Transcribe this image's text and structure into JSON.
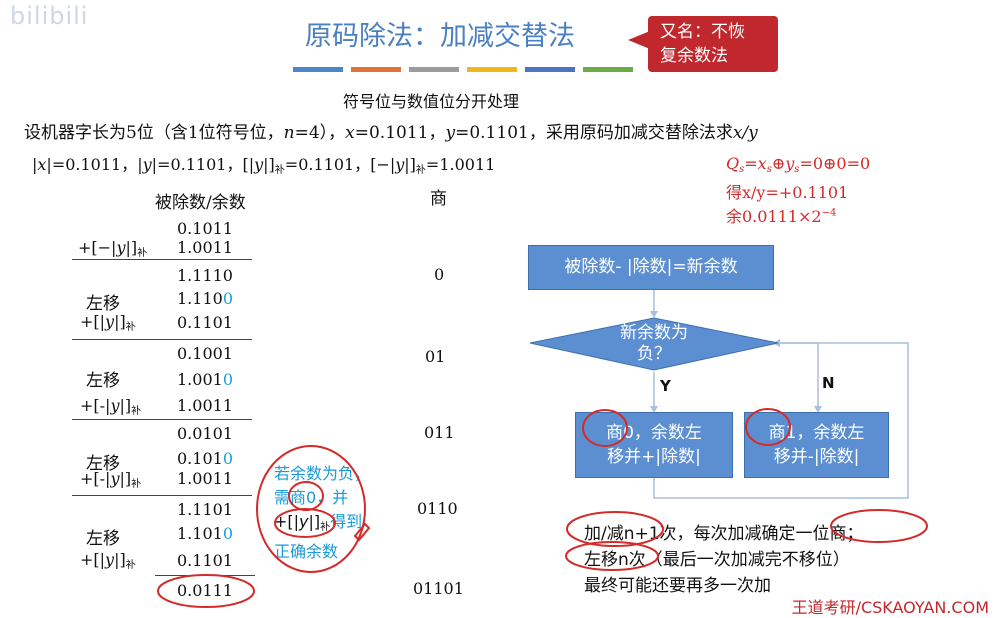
{
  "watermark": "bilibili",
  "title": "原码除法：加减交替法",
  "callout": {
    "line1": "又名：不恢",
    "line2": "复余数法"
  },
  "accent_colors": [
    "#4a86c8",
    "#e2713a",
    "#9c9c9c",
    "#f2b51c",
    "#4d74c0",
    "#6aad45"
  ],
  "subtitle": "符号位与数值位分开处理",
  "problem": {
    "intro": "设机器字长为5位（含1位符号位，",
    "n_var": "n",
    "n_val": "=4），",
    "x_var": "x",
    "x_val": "=0.1011，",
    "y_var": "y",
    "y_val": "=0.1101，采用原码加减交替除法求",
    "target": "x/y"
  },
  "abs_values": {
    "ax_open": "|",
    "ax_var": "x",
    "ax_val": "|=0.1011，",
    "ay_open": "|",
    "ay_var": "y",
    "ay_val": "|=0.1101，",
    "py_open": "[|",
    "py_var": "y",
    "py_close": "|]",
    "py_sub": "补",
    "py_val": "=0.1101，",
    "ny_open": "[−|",
    "ny_var": "y",
    "ny_close": "|]",
    "ny_sub": "补",
    "ny_val": "=1.0011"
  },
  "headers": {
    "dividend": "被除数/余数",
    "quotient": "商"
  },
  "steps": {
    "s0a": "0.1011",
    "op1_pre": "+[−|",
    "op1_var": "y",
    "op1_post": "|]",
    "op1_sub": "补",
    "op1_val": "1.0011",
    "r1": "1.1110",
    "q1": "0",
    "shl": "左移",
    "s2_main": "1.110",
    "s2_bit": "0",
    "op2_pre": "+[|",
    "op2_var": "y",
    "op2_post": "|]",
    "op2_sub": "补",
    "op2_val": "0.1101",
    "r2": "0.1001",
    "q2": "01",
    "s3_main": "1.001",
    "s3_bit": "0",
    "op3_pre": "+[-|",
    "op3_var": "y",
    "op3_post": "|]",
    "op3_sub": "补",
    "op3_val": "1.0011",
    "r3": "0.0101",
    "q3": "011",
    "s4_main": "0.101",
    "s4_bit": "0",
    "op4_pre": "+[-|",
    "op4_var": "y",
    "op4_post": "|]",
    "op4_sub": "补",
    "op4_val": "1.0011",
    "r4": "1.1101",
    "q4": "0110",
    "s5_main": "1.101",
    "s5_bit": "0",
    "op5_pre": "+[|",
    "op5_var": "y",
    "op5_post": "|]",
    "op5_sub": "补",
    "op5_val": "0.1101",
    "r5": "0.0111",
    "q5": "01101"
  },
  "result": {
    "qs_a": "Q",
    "qs_a_sub": "s",
    "qs_b": "=x",
    "qs_b_sub": "s",
    "qs_c": "⊕y",
    "qs_c_sub": "s",
    "qs_d": "=0⊕0=0",
    "line2": "得x/y=+0.1101",
    "line3_pre": "余0.0111×2",
    "line3_exp": "−4"
  },
  "flowchart": {
    "start": "被除数- |除数|=新余数",
    "decision_1": "新余数为",
    "decision_2": "负？",
    "yes": "Y",
    "no": "N",
    "left_1": "商0，余数左",
    "left_2": "移并+|除数|",
    "right_1": "商1，余数左",
    "right_2": "移并-|除数|"
  },
  "handwritten_note": {
    "l1": "若余数为负，",
    "l2": "需商0，并",
    "l3_pre": "+[|",
    "l3_var": "y",
    "l3_post": "|]",
    "l3_sub": "补",
    "l3_end": "得到",
    "l4": "正确余数"
  },
  "summary": {
    "l1": "加/减n+1次，每次加减确定一位商；",
    "l2": "左移n次（最后一次加减完不移位）",
    "l3": "最终可能还要再多一次加"
  },
  "site": "王道考研/CSKAOYAN.COM"
}
